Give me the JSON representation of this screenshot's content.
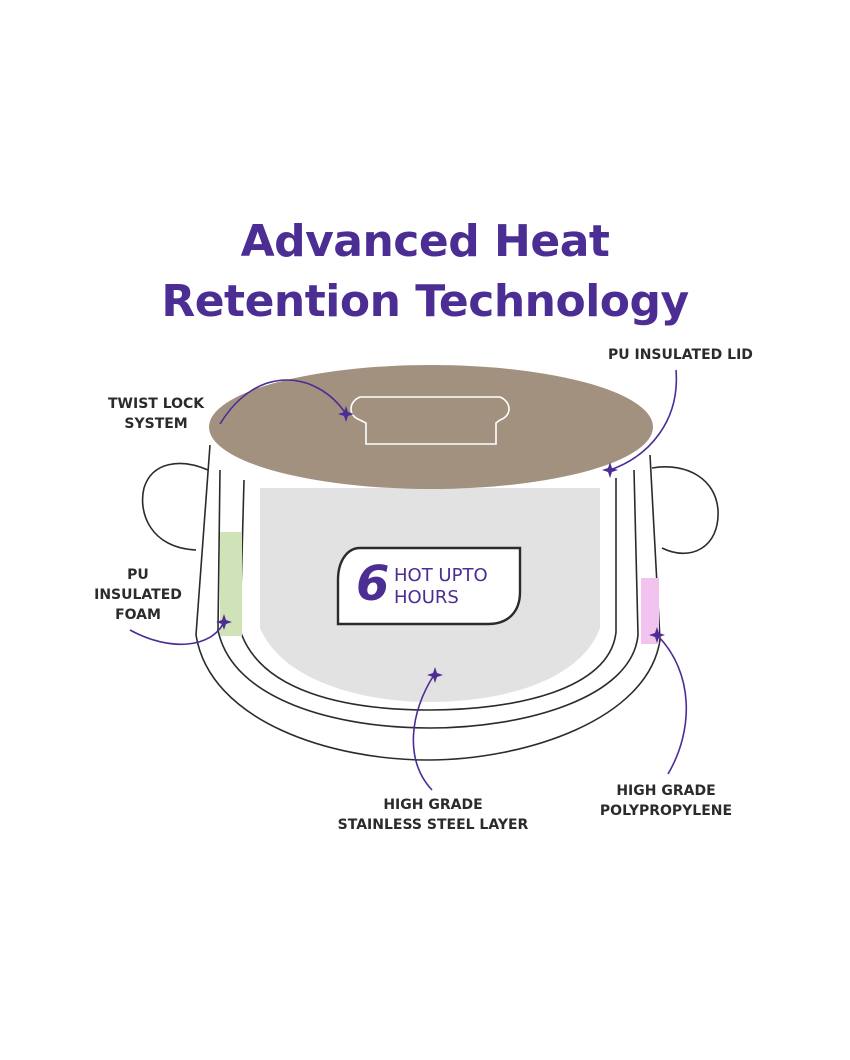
{
  "title": {
    "line1": "Advanced Heat",
    "line2": "Retention Technology"
  },
  "labels": {
    "pu_lid": "PU INSULATED LID",
    "twist_lock": [
      "TWIST LOCK",
      "SYSTEM"
    ],
    "pu_foam": [
      "PU",
      "INSULATED",
      "FOAM"
    ],
    "steel_layer": [
      "HIGH GRADE",
      "STAINLESS STEEL LAYER"
    ],
    "polypropylene": [
      "HIGH GRADE",
      "POLYPROPYLENE"
    ]
  },
  "badge": {
    "number": "6",
    "line1": "HOT UPTO",
    "line2": "HOURS"
  },
  "colors": {
    "accent": "#4b2d94",
    "lid": "#a39180",
    "inner_pot": "#e2e2e2",
    "foam": "#cfe2b8",
    "polypropylene": "#f1c3ee",
    "outline": "#2b2b2b"
  }
}
